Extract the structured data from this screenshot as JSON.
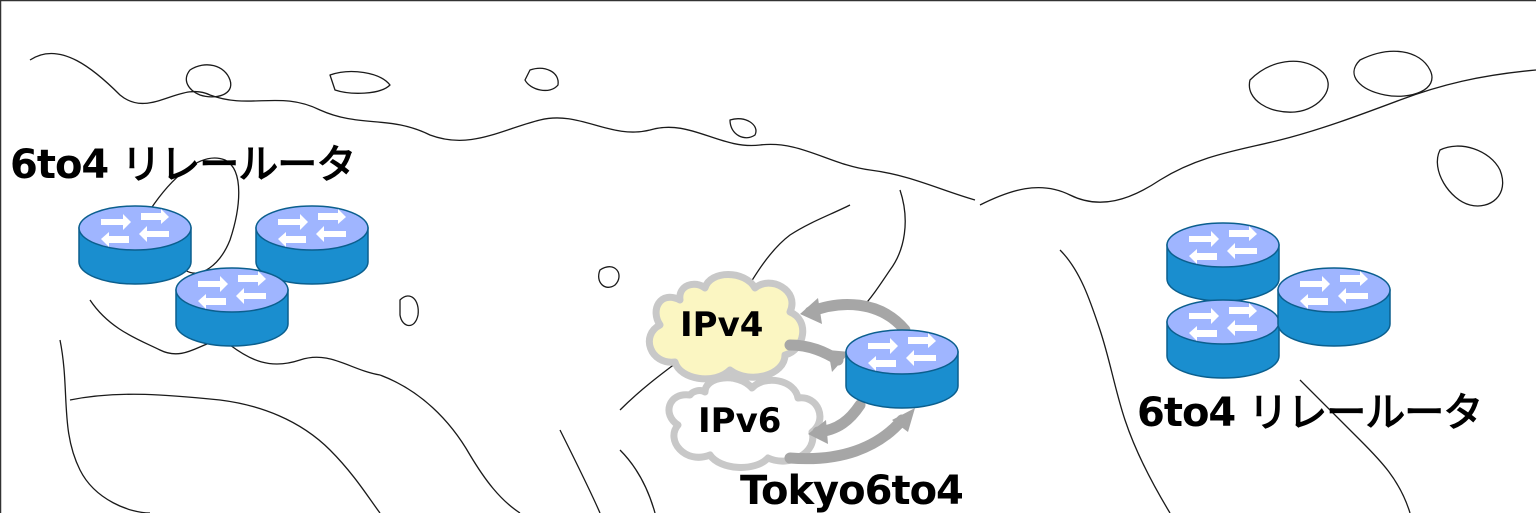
{
  "labels": {
    "relay_left": "6to4 リレールータ",
    "relay_right": "6to4 リレールータ",
    "ipv4": "IPv4",
    "ipv6": "IPv6",
    "tokyo": "Tokyo6to4"
  },
  "colors": {
    "router_top": "#9fb5ff",
    "router_body": "#1a8ecf",
    "router_edge": "#0b5f8e",
    "ipv4_cloud_fill": "#fbf6c2",
    "cloud_outline": "#c8c8c8",
    "arrow": "#a6a6a6",
    "map_line": "#1a1a1a"
  },
  "icons": {
    "router": "router-icon",
    "cloud": "cloud-icon",
    "arrow": "curved-arrow-icon"
  }
}
